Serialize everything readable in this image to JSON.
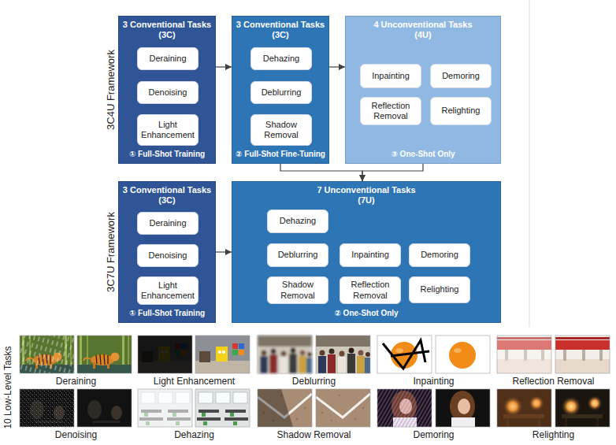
{
  "diagram": {
    "nodes": [
      {
        "text": [
          "3 Conventional Tasks (3C)",
          "① Full-Shot Training"
        ]
      },
      {
        "text": [
          "Deraining"
        ],
        "in": 0
      },
      {
        "text": [
          "Denoising"
        ],
        "in": 0
      },
      {
        "text": [
          "Light Enhancement"
        ],
        "in": 0
      },
      {
        "text": [
          "3 Conventional Tasks (3C)",
          "② Full-Shot Fine-Tuning"
        ]
      },
      {
        "text": [
          "Dehazing"
        ],
        "in": 4
      },
      {
        "text": [
          "Deblurring"
        ],
        "in": 4
      },
      {
        "text": [
          "Shadow Removal"
        ],
        "in": 4
      },
      {
        "text": [
          "4 Unconventional Tasks (4U)",
          "③ One-Shot Only"
        ]
      },
      {
        "text": [
          "Inpainting"
        ],
        "in": 8
      },
      {
        "text": [
          "Demoring"
        ],
        "in": 8
      },
      {
        "text": [
          "Reflection Removal"
        ],
        "in": 8
      },
      {
        "text": [
          "Relighting"
        ],
        "in": 8
      },
      {
        "text": [
          "3 Conventional Tasks (3C)",
          "① Full-Shot Training"
        ]
      },
      {
        "text": [
          "Deraining"
        ],
        "in": 13
      },
      {
        "text": [
          "Denoising"
        ],
        "in": 13
      },
      {
        "text": [
          "Light Enhancement"
        ],
        "in": 13
      },
      {
        "text": [
          "7 Unconventional Tasks (7U)",
          "② One-Shot Only"
        ]
      },
      {
        "text": [
          "Dehazing"
        ],
        "in": 17
      },
      {
        "text": [
          "Deblurring"
        ],
        "in": 17
      },
      {
        "text": [
          "Inpainting"
        ],
        "in": 17
      },
      {
        "text": [
          "Demoring"
        ],
        "in": 17
      },
      {
        "text": [
          "Shadow Removal"
        ],
        "in": 17
      },
      {
        "text": [
          "Reflection Removal"
        ],
        "in": 17
      },
      {
        "text": [
          "Relighting"
        ],
        "in": 17
      }
    ],
    "edges": [
      {
        "from": 0,
        "to": 4,
        "arrow": "to"
      },
      {
        "from": 4,
        "to": 8,
        "arrow": "to"
      },
      {
        "from": 4,
        "to": 17,
        "arrow": "to"
      },
      {
        "from": 8,
        "to": 17,
        "arrow": "to"
      },
      {
        "from": 13,
        "to": 17,
        "arrow": "to"
      }
    ],
    "labels": [
      "3C4U Framework",
      "3C7U Framework",
      "10 Low-Level Tasks",
      "Deraining",
      "Light Enhancement",
      "Deblurring",
      "Inpainting",
      "Reflection Removal",
      "Denoising",
      "Dehazing",
      "Shadow Removal",
      "Demoring",
      "Relighting"
    ]
  }
}
